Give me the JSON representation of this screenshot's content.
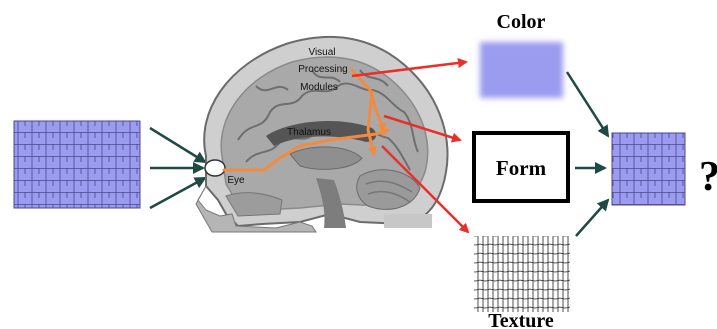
{
  "brain": {
    "label_visual": "Visual",
    "label_processing": "Processing",
    "label_modules": "Modules",
    "label_thalamus": "Thalamus",
    "label_eye": "Eye"
  },
  "outputs": {
    "color_label": "Color",
    "form_label": "Form",
    "texture_label": "Texture"
  },
  "result": {
    "question_mark": "?"
  },
  "colors": {
    "pattern_fill": "#9b9bf0",
    "pattern_lines": "#4a4a8c",
    "red_arrow": "#e8302b",
    "orange_path": "#f28a40",
    "teal_arrow": "#1f4a44",
    "brain_gray": "#8a8a8a"
  }
}
